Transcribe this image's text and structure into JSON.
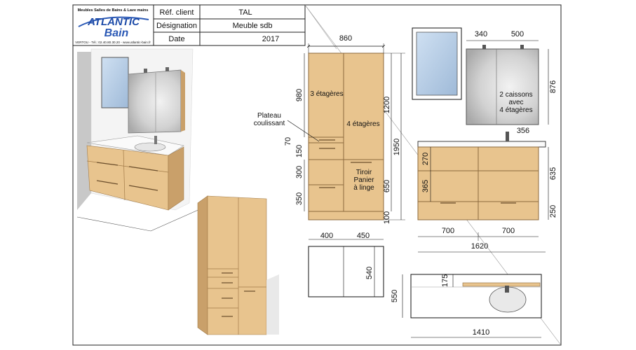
{
  "header": {
    "brand_top": "Meubles Salles de Bains & Lave mains",
    "brand_line1": "ATLANTIC",
    "brand_line2": "Bain",
    "brand_contact": "VERTOU - Tél.: 02.40.80.30.20 - www.atlantic-bain.fr",
    "ref_label": "Réf. client",
    "ref_value": "TAL",
    "designation_label": "Désignation",
    "designation_value": "Meuble sdb",
    "date_label": "Date",
    "date_value": "2017"
  },
  "column": {
    "width": "860",
    "h_total": "1950",
    "h_upper": "1200",
    "h_lower": "650",
    "h_base": "100",
    "shelf_980": "980",
    "shelf_70": "70",
    "shelf_150": "150",
    "drawer_300": "300",
    "drawer_350": "350",
    "note_left": "3 étagères",
    "note_right": "4 étagères",
    "note_tray_1": "Plateau",
    "note_tray_2": "coulissant",
    "note_basket_1": "Tiroir",
    "note_basket_2": "Panier",
    "note_basket_3": "à linge"
  },
  "column_top": {
    "depth_left": "400",
    "depth_right": "450",
    "depth_total": "540"
  },
  "mirror": {
    "w_left": "340",
    "w_right": "500",
    "height": "876",
    "note_1": "2 caissons",
    "note_2": "avec",
    "note_3": "4 étagères"
  },
  "vanity": {
    "faucet_offset": "356",
    "d_270": "270",
    "d_365": "365",
    "h_635": "635",
    "h_250": "250",
    "w_700a": "700",
    "w_700b": "700",
    "w_total": "1620"
  },
  "vanity_top": {
    "d_175": "175",
    "d_550": "550",
    "w_1410": "1410"
  },
  "colors": {
    "wood": "#e8c48e",
    "wood_dark": "#c9a06a",
    "accent": "#2b59b5"
  }
}
